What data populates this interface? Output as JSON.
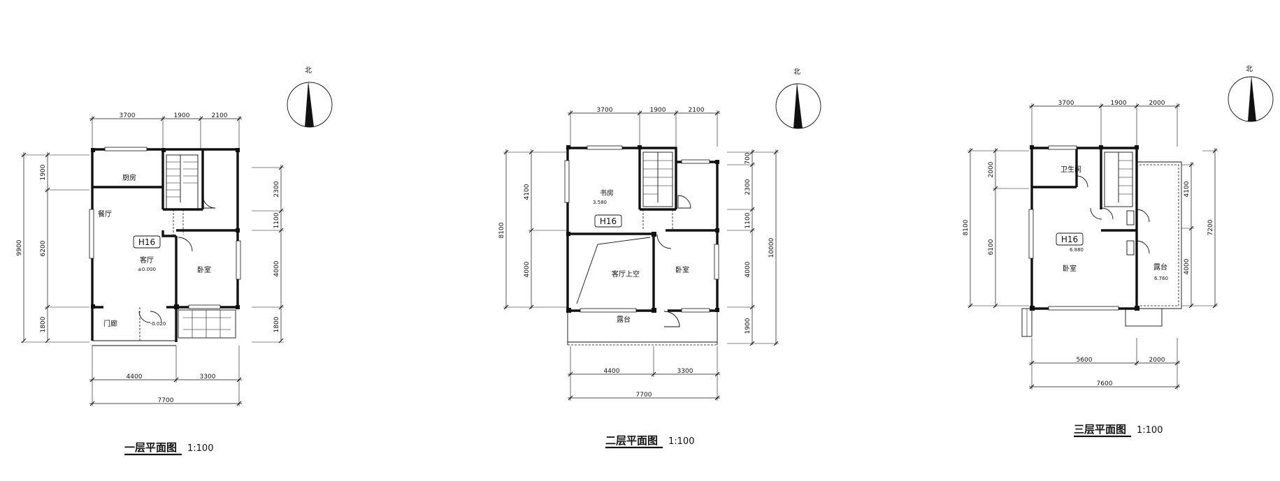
{
  "north_label": "北",
  "plans": [
    {
      "title": "一层平面图",
      "scale": "1:100",
      "top_dims": [
        "3700",
        "1900",
        "2100"
      ],
      "bottom_dims": [
        "4400",
        "3300"
      ],
      "bottom_total": "7700",
      "left_total": "9900",
      "left_dims": [
        "1900",
        "6200",
        "1800"
      ],
      "right_dims": [
        "2300",
        "1100",
        "4000",
        "1800"
      ],
      "rooms": [
        "厨房",
        "餐厅",
        "客厅",
        "卧室",
        "门廊"
      ],
      "tag": "H16",
      "levels": [
        "±0.000",
        "-0.020"
      ]
    },
    {
      "title": "二层平面图",
      "scale": "1:100",
      "top_dims": [
        "3700",
        "1900",
        "2100"
      ],
      "bottom_dims": [
        "4400",
        "3300"
      ],
      "bottom_total": "7700",
      "left_total": "8100",
      "left_dims": [
        "4100",
        "4000"
      ],
      "right_total": "10000",
      "right_dims": [
        "700",
        "2300",
        "1100",
        "4000",
        "1900"
      ],
      "rooms": [
        "书房",
        "客厅上空",
        "卧室",
        "露台"
      ],
      "tag": "H16",
      "levels": [
        "3.580"
      ]
    },
    {
      "title": "三层平面图",
      "scale": "1:100",
      "top_dims": [
        "3700",
        "1900",
        "2000"
      ],
      "bottom_dims": [
        "5600",
        "2000"
      ],
      "bottom_total": "7600",
      "left_total": "8100",
      "left_dims": [
        "2000",
        "6100"
      ],
      "right_total": "7200",
      "right_dims": [
        "4100",
        "4000"
      ],
      "rooms": [
        "卫生间",
        "卧室",
        "露台"
      ],
      "tag": "H16",
      "levels": [
        "6.880",
        "6.760"
      ]
    }
  ]
}
